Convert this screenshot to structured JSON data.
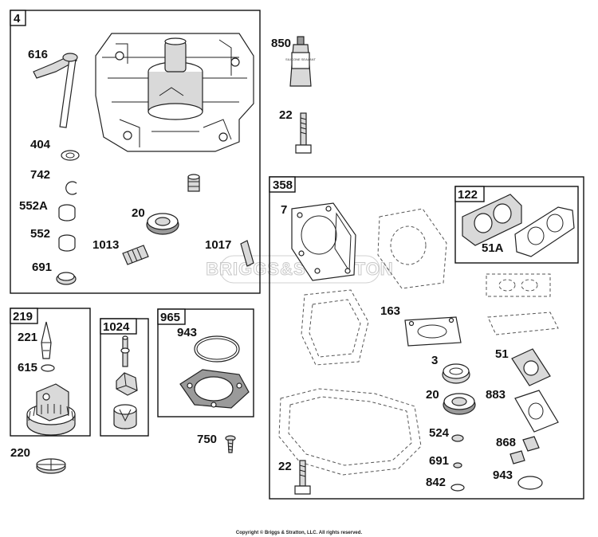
{
  "groups": {
    "g4": "4",
    "g219": "219",
    "g1024": "1024",
    "g965": "965",
    "g358": "358",
    "g122": "122"
  },
  "labels": {
    "p616": "616",
    "p404": "404",
    "p742": "742",
    "p552a": "552A",
    "p552": "552",
    "p691a": "691",
    "p20a": "20",
    "p1013": "1013",
    "p1017": "1017",
    "p850": "850",
    "p22a": "22",
    "p221": "221",
    "p615": "615",
    "p220": "220",
    "p943a": "943",
    "p750": "750",
    "p7": "7",
    "p51a": "51A",
    "p163": "163",
    "p3": "3",
    "p51": "51",
    "p20b": "20",
    "p883": "883",
    "p524": "524",
    "p868": "868",
    "p691b": "691",
    "p22b": "22",
    "p842": "842",
    "p943b": "943"
  },
  "tube_text": "SILICONE SEALANT",
  "watermark": "BRIGGS&STRATTON",
  "copyright": "Copyright © Briggs & Stratton, LLC. All rights reserved."
}
